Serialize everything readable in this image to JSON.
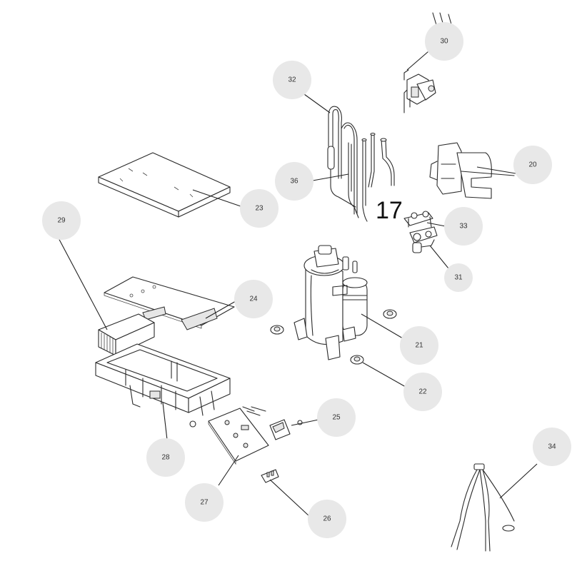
{
  "diagram": {
    "inline_label": "17",
    "callouts": [
      {
        "id": "c30",
        "label": "30"
      },
      {
        "id": "c32",
        "label": "32"
      },
      {
        "id": "c20",
        "label": "20"
      },
      {
        "id": "c36",
        "label": "36"
      },
      {
        "id": "c23",
        "label": "23"
      },
      {
        "id": "c29",
        "label": "29"
      },
      {
        "id": "c33",
        "label": "33"
      },
      {
        "id": "c31",
        "label": "31"
      },
      {
        "id": "c24",
        "label": "24"
      },
      {
        "id": "c21",
        "label": "21"
      },
      {
        "id": "c22",
        "label": "22"
      },
      {
        "id": "c25",
        "label": "25"
      },
      {
        "id": "c28",
        "label": "28"
      },
      {
        "id": "c34",
        "label": "34"
      },
      {
        "id": "c27",
        "label": "27"
      },
      {
        "id": "c26",
        "label": "26"
      }
    ]
  }
}
